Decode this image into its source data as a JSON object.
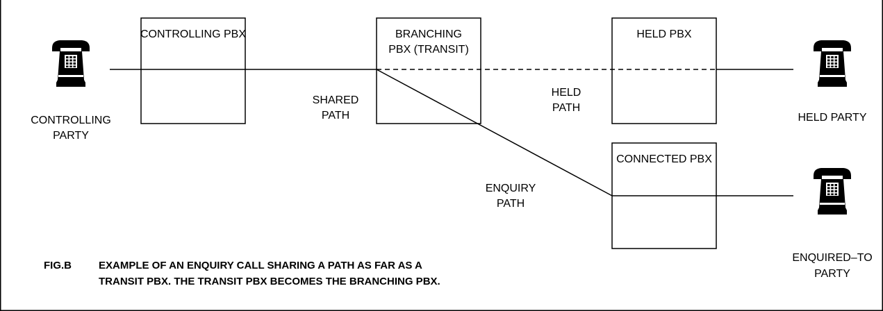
{
  "boxes": {
    "controlling": [
      "CONTROLLING PBX"
    ],
    "branching": [
      "BRANCHING",
      "PBX (TRANSIT)"
    ],
    "held": [
      "HELD PBX"
    ],
    "connected": [
      "CONNECTED PBX"
    ]
  },
  "paths": {
    "shared": [
      "SHARED",
      "PATH"
    ],
    "held": [
      "HELD",
      "PATH"
    ],
    "enquiry": [
      "ENQUIRY",
      "PATH"
    ]
  },
  "parties": {
    "controlling": [
      "CONTROLLING",
      "PARTY"
    ],
    "held": [
      "HELD PARTY"
    ],
    "enquired_to": [
      "ENQUIRED–TO",
      "PARTY"
    ]
  },
  "caption": {
    "fig": "FIG.B",
    "line1": "EXAMPLE OF AN ENQUIRY CALL SHARING A PATH AS FAR AS A",
    "line2": "TRANSIT PBX. THE TRANSIT PBX BECOMES THE BRANCHING PBX."
  },
  "icons": [
    "telephone-icon"
  ]
}
